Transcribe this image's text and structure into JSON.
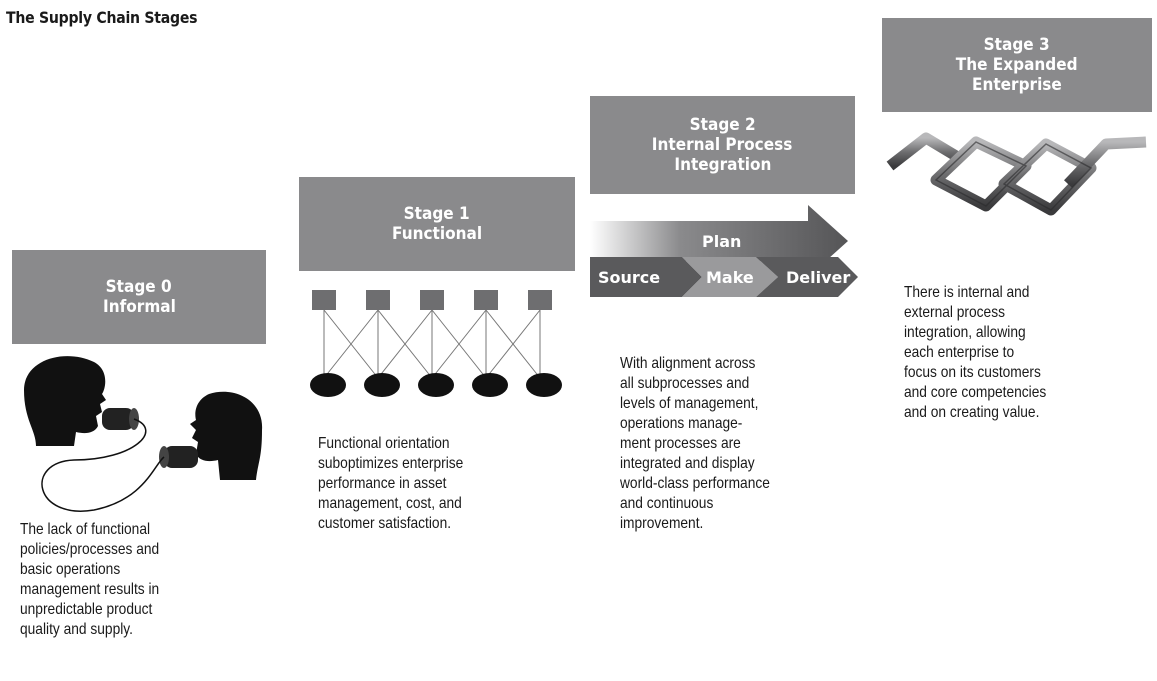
{
  "title": "The Supply Chain Stages",
  "stages": [
    {
      "line1": "Stage 0",
      "line2": "Informal",
      "line3": "",
      "description": "The lack of functional\npolicies/processes and\nbasic operations\nmanagement results in\nunpredictable product\nquality and supply."
    },
    {
      "line1": "Stage 1",
      "line2": "Functional",
      "line3": "",
      "description": "Functional orientation\nsuboptimizes enterprise\nperformance in asset\nmanagement, cost, and\ncustomer satisfaction."
    },
    {
      "line1": "Stage 2",
      "line2": "Internal Process",
      "line3": "Integration",
      "description": "With alignment across\nall subprocesses and\nlevels of management,\noperations manage-\nment processes are\nintegrated and display\nworld-class performance\nand continuous\nimprovement."
    },
    {
      "line1": "Stage 3",
      "line2": "The Expanded",
      "line3": "Enterprise",
      "description": "There is internal and\nexternal process\nintegration, allowing\neach enterprise to\nfocus on its customers\nand core competencies\nand on creating value."
    }
  ],
  "process_arrows": {
    "plan": "Plan",
    "source": "Source",
    "make": "Make",
    "deliver": "Deliver"
  },
  "colors": {
    "box_gray": "#8a8a8c",
    "arrow_dark": "#5a5a5c",
    "arrow_mid": "#7a7a7c",
    "node_dark": "#1a1a1a"
  },
  "icons": [
    "tin-can-telephone-icon",
    "functional-network-icon",
    "chain-links-icon"
  ]
}
